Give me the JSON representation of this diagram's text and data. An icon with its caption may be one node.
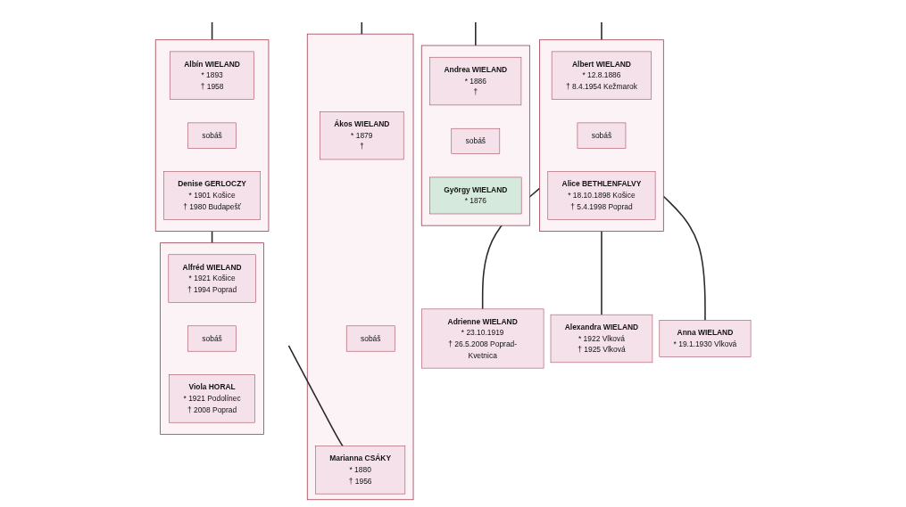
{
  "diagram": {
    "nodes": [
      {
        "text": [],
        "shape": "box"
      },
      {
        "text": [
          "Ákos WIELAND",
          "* 1879",
          "†"
        ],
        "in": 0
      },
      {
        "text": [
          "sobáš"
        ],
        "in": 0
      },
      {
        "text": [
          "Marianna CSÁKY",
          "* 1880",
          "† 1956"
        ],
        "in": 0
      },
      {
        "text": [],
        "shape": "box"
      },
      {
        "text": [
          "Albert WIELAND",
          "* 12.8.1886",
          "† 8.4.1954 Kežmarok"
        ],
        "in": 4
      },
      {
        "text": [
          "sobáš"
        ],
        "in": 4
      },
      {
        "text": [
          "Alice BETHLENFALVY",
          "* 18.10.1898 Košice",
          "† 5.4.1998 Poprad"
        ],
        "in": 4
      },
      {
        "text": [],
        "shape": "box"
      },
      {
        "text": [
          "Andrea WIELAND",
          "* 1886",
          "†"
        ],
        "in": 8
      },
      {
        "text": [
          "sobáš"
        ],
        "in": 8
      },
      {
        "text": [
          "György WIELAND",
          "* 1876"
        ],
        "in": 8
      },
      {
        "text": [],
        "shape": "box"
      },
      {
        "text": [
          "Albín WIELAND",
          "* 1893",
          "† 1958"
        ],
        "in": 12
      },
      {
        "text": [
          "sobáš"
        ],
        "in": 12
      },
      {
        "text": [
          "Denise GERLOCZY",
          "* 1901 Košice",
          "† 1980 Budapešť"
        ],
        "in": 12
      },
      {
        "text": [
          "Adrienne WIELAND",
          "* 23.10.1919",
          "† 26.5.2008 Poprad-Kvetnica"
        ]
      },
      {
        "text": [
          "Alexandra WIELAND",
          "* 1922 Vlková",
          "† 1925 Vlková"
        ]
      },
      {
        "text": [
          "Anna WIELAND",
          "* 19.1.1930 Vlková"
        ]
      },
      {
        "text": [],
        "shape": "box"
      },
      {
        "text": [
          "Alfréd WIELAND",
          "* 1921 Košice",
          "† 1994 Poprad"
        ],
        "in": 19
      },
      {
        "text": [
          "sobáš"
        ],
        "in": 19
      },
      {
        "text": [
          "Viola HORAL",
          "* 1921 Podolínec",
          "† 2008 Poprad"
        ],
        "in": 19
      }
    ],
    "edges": [
      {
        "from": null,
        "to": 0,
        "arrow": "none"
      },
      {
        "from": null,
        "to": 4,
        "arrow": "none"
      },
      {
        "from": null,
        "to": 8,
        "arrow": "none"
      },
      {
        "from": null,
        "to": 12,
        "arrow": "none"
      },
      {
        "from": null,
        "to": 3,
        "arrow": "none"
      },
      {
        "from": 4,
        "to": 16,
        "arrow": "none"
      },
      {
        "from": 4,
        "to": 17,
        "arrow": "none"
      },
      {
        "from": 4,
        "to": 18,
        "arrow": "none"
      },
      {
        "from": 12,
        "to": 19,
        "arrow": "none"
      }
    ]
  }
}
